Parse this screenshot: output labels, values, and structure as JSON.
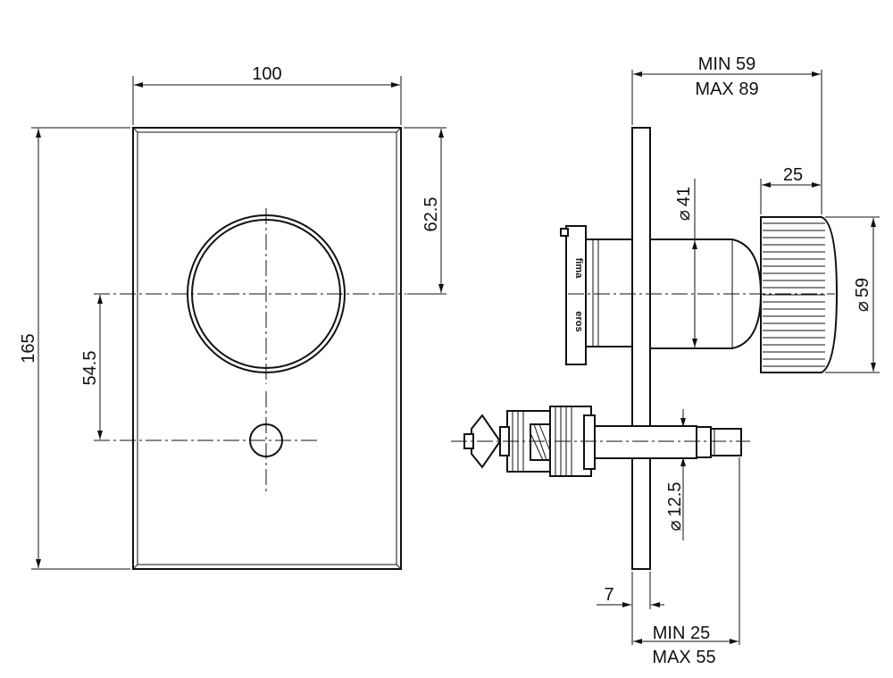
{
  "front_view": {
    "plate_width": "100",
    "plate_height": "165",
    "knob_center_from_top": "62.5",
    "knobs_spacing": "54.5"
  },
  "side_view": {
    "depth_total_min": "MIN 59",
    "depth_total_max": "MAX 89",
    "handle_length": "25",
    "handle_diameter": "59",
    "body_diameter": "41",
    "spindle_diameter": "12.5",
    "plate_thickness": "7",
    "spindle_depth_min": "MIN 25",
    "spindle_depth_max": "MAX 55",
    "diameter_symbol": "⌀"
  },
  "label": {
    "brand_top": "fima",
    "brand_bottom": "eros"
  }
}
